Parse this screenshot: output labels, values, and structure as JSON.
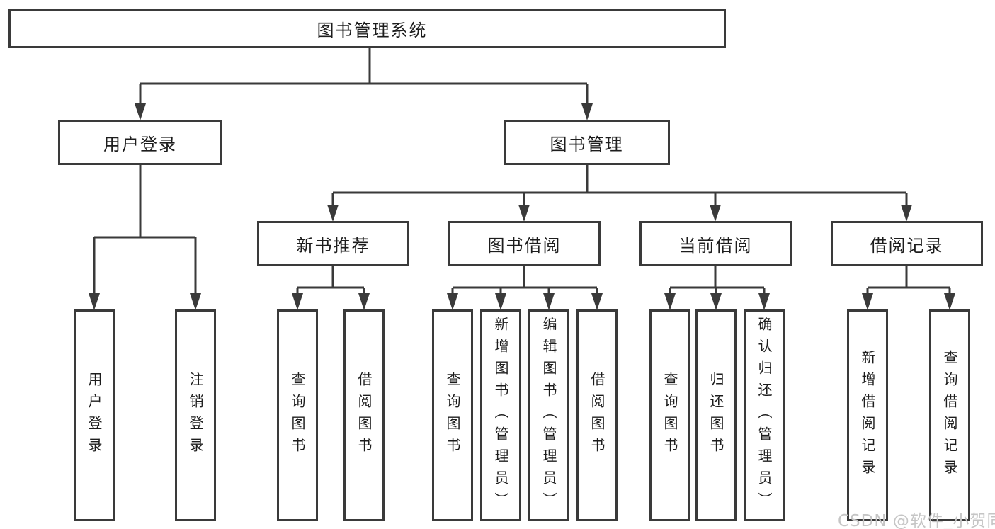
{
  "tree": {
    "root": "图书管理系统",
    "branches": [
      {
        "label": "用户登录",
        "leaves": [
          "用户登录",
          "注销登录"
        ]
      },
      {
        "label": "图书管理",
        "groups": [
          {
            "label": "新书推荐",
            "leaves": [
              "查询图书",
              "借阅图书"
            ]
          },
          {
            "label": "图书借阅",
            "leaves": [
              "查询图书",
              "新增图书（管理员）",
              "编辑图书（管理员）",
              "借阅图书"
            ]
          },
          {
            "label": "当前借阅",
            "leaves": [
              "查询图书",
              "归还图书",
              "确认归还（管理员）"
            ]
          },
          {
            "label": "借阅记录",
            "leaves": [
              "新增借阅记录",
              "查询借阅记录"
            ]
          }
        ]
      }
    ]
  },
  "watermark": {
    "text": "CSDN @软件_小贺同学"
  },
  "colors": {
    "line": "#3a3a3a",
    "text": "#1d1d1d",
    "box_background": "#ffffff",
    "watermark": "#c5c5c5"
  }
}
